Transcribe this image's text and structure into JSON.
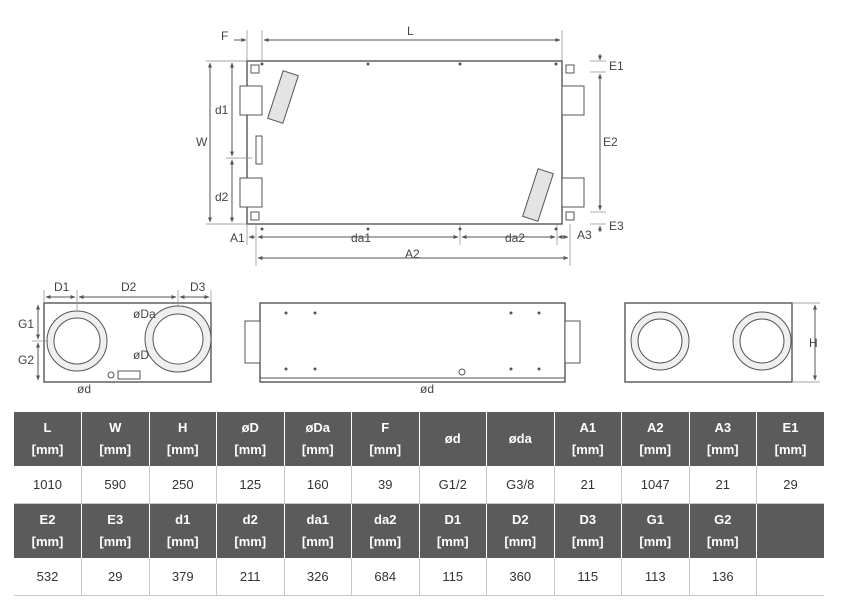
{
  "drawing": {
    "labels": {
      "L": "L",
      "F": "F",
      "W": "W",
      "d1": "d1",
      "d2": "d2",
      "A1": "A1",
      "da1": "da1",
      "da2": "da2",
      "A3": "A3",
      "A2": "A2",
      "E1": "E1",
      "E2": "E2",
      "E3": "E3",
      "D1": "D1",
      "D2": "D2",
      "D3": "D3",
      "G1": "G1",
      "G2": "G2",
      "oDa": "øDa",
      "oD": "øD",
      "od_left": "ød",
      "od_mid": "ød",
      "H": "H"
    }
  },
  "table": {
    "unit": "[mm]",
    "rows": [
      {
        "headers": [
          "L",
          "W",
          "H",
          "øD",
          "øDa",
          "F",
          "ød",
          "øda",
          "A1",
          "A2",
          "A3",
          "E1"
        ],
        "units": [
          "[mm]",
          "[mm]",
          "[mm]",
          "[mm]",
          "[mm]",
          "[mm]",
          "",
          "",
          "[mm]",
          "[mm]",
          "[mm]",
          "[mm]"
        ],
        "values": [
          "1010",
          "590",
          "250",
          "125",
          "160",
          "39",
          "G1/2",
          "G3/8",
          "21",
          "1047",
          "21",
          "29"
        ]
      },
      {
        "headers": [
          "E2",
          "E3",
          "d1",
          "d2",
          "da1",
          "da2",
          "D1",
          "D2",
          "D3",
          "G1",
          "G2",
          ""
        ],
        "units": [
          "[mm]",
          "[mm]",
          "[mm]",
          "[mm]",
          "[mm]",
          "[mm]",
          "[mm]",
          "[mm]",
          "[mm]",
          "[mm]",
          "[mm]",
          ""
        ],
        "values": [
          "532",
          "29",
          "379",
          "211",
          "326",
          "684",
          "115",
          "360",
          "115",
          "113",
          "136",
          ""
        ]
      }
    ]
  }
}
